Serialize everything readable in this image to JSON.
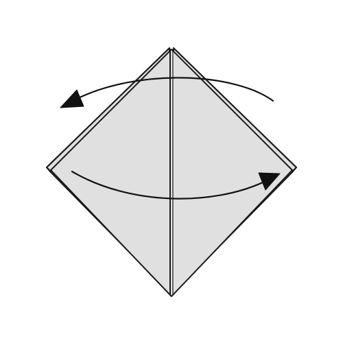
{
  "diagram": {
    "subject": "origami",
    "step": "flip-layers",
    "colors": {
      "background": "#ffffff",
      "paper_fill": "#e0e0e0",
      "outline": "#1a1a1a",
      "arrow": "#111111"
    },
    "elements": [
      {
        "name": "paper-diamond",
        "kind": "folded-paper"
      },
      {
        "name": "center-crease",
        "kind": "crease-line"
      },
      {
        "name": "flip-arrow-upper",
        "kind": "arrow",
        "direction": "left"
      },
      {
        "name": "flip-arrow-lower",
        "kind": "arrow",
        "direction": "right"
      }
    ]
  }
}
